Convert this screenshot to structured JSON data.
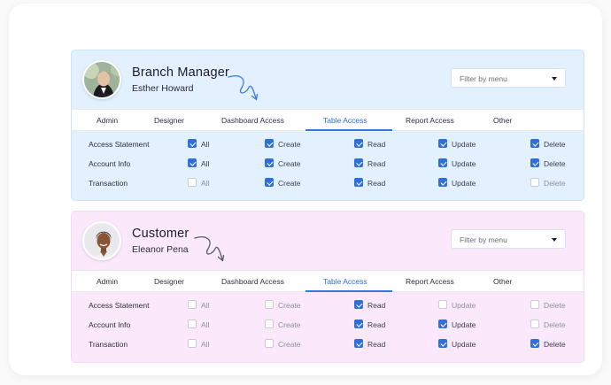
{
  "cards": [
    {
      "role": "Branch Manager",
      "person": "Esther Howard",
      "theme": "blue",
      "filter": "Filter by menu",
      "tabs": [
        "Admin",
        "Designer",
        "Dashboard Access",
        "Table Access",
        "Report Access",
        "Other"
      ],
      "active_tab": "Table Access",
      "permission_labels": [
        "All",
        "Create",
        "Read",
        "Update",
        "Delete"
      ],
      "rows": [
        {
          "label": "Access Statement",
          "checked": [
            true,
            true,
            true,
            true,
            true
          ]
        },
        {
          "label": "Account Info",
          "checked": [
            true,
            true,
            true,
            true,
            true
          ]
        },
        {
          "label": "Transaction",
          "checked": [
            false,
            true,
            true,
            true,
            false
          ]
        }
      ]
    },
    {
      "role": "Customer",
      "person": "Eleanor Pena",
      "theme": "pink",
      "filter": "Filter by menu",
      "tabs": [
        "Admin",
        "Designer",
        "Dashboard Access",
        "Table Access",
        "Report Access",
        "Other"
      ],
      "active_tab": "Table Access",
      "permission_labels": [
        "All",
        "Create",
        "Read",
        "Update",
        "Delete"
      ],
      "rows": [
        {
          "label": "Access Statement",
          "checked": [
            false,
            false,
            true,
            false,
            false
          ]
        },
        {
          "label": "Account Info",
          "checked": [
            false,
            false,
            true,
            true,
            false
          ]
        },
        {
          "label": "Transaction",
          "checked": [
            false,
            false,
            true,
            true,
            true
          ]
        }
      ]
    }
  ],
  "colors": {
    "accent": "#2f6fdd",
    "card_blue": "#e3f0fd",
    "card_pink": "#fbe9fb",
    "arrow_blue": "#3a7be0",
    "arrow_gray": "#555a66"
  },
  "icons": {
    "avatar": "person-avatar",
    "arrow": "curly-arrow",
    "caret": "caret-down",
    "checkbox": "checkbox"
  }
}
